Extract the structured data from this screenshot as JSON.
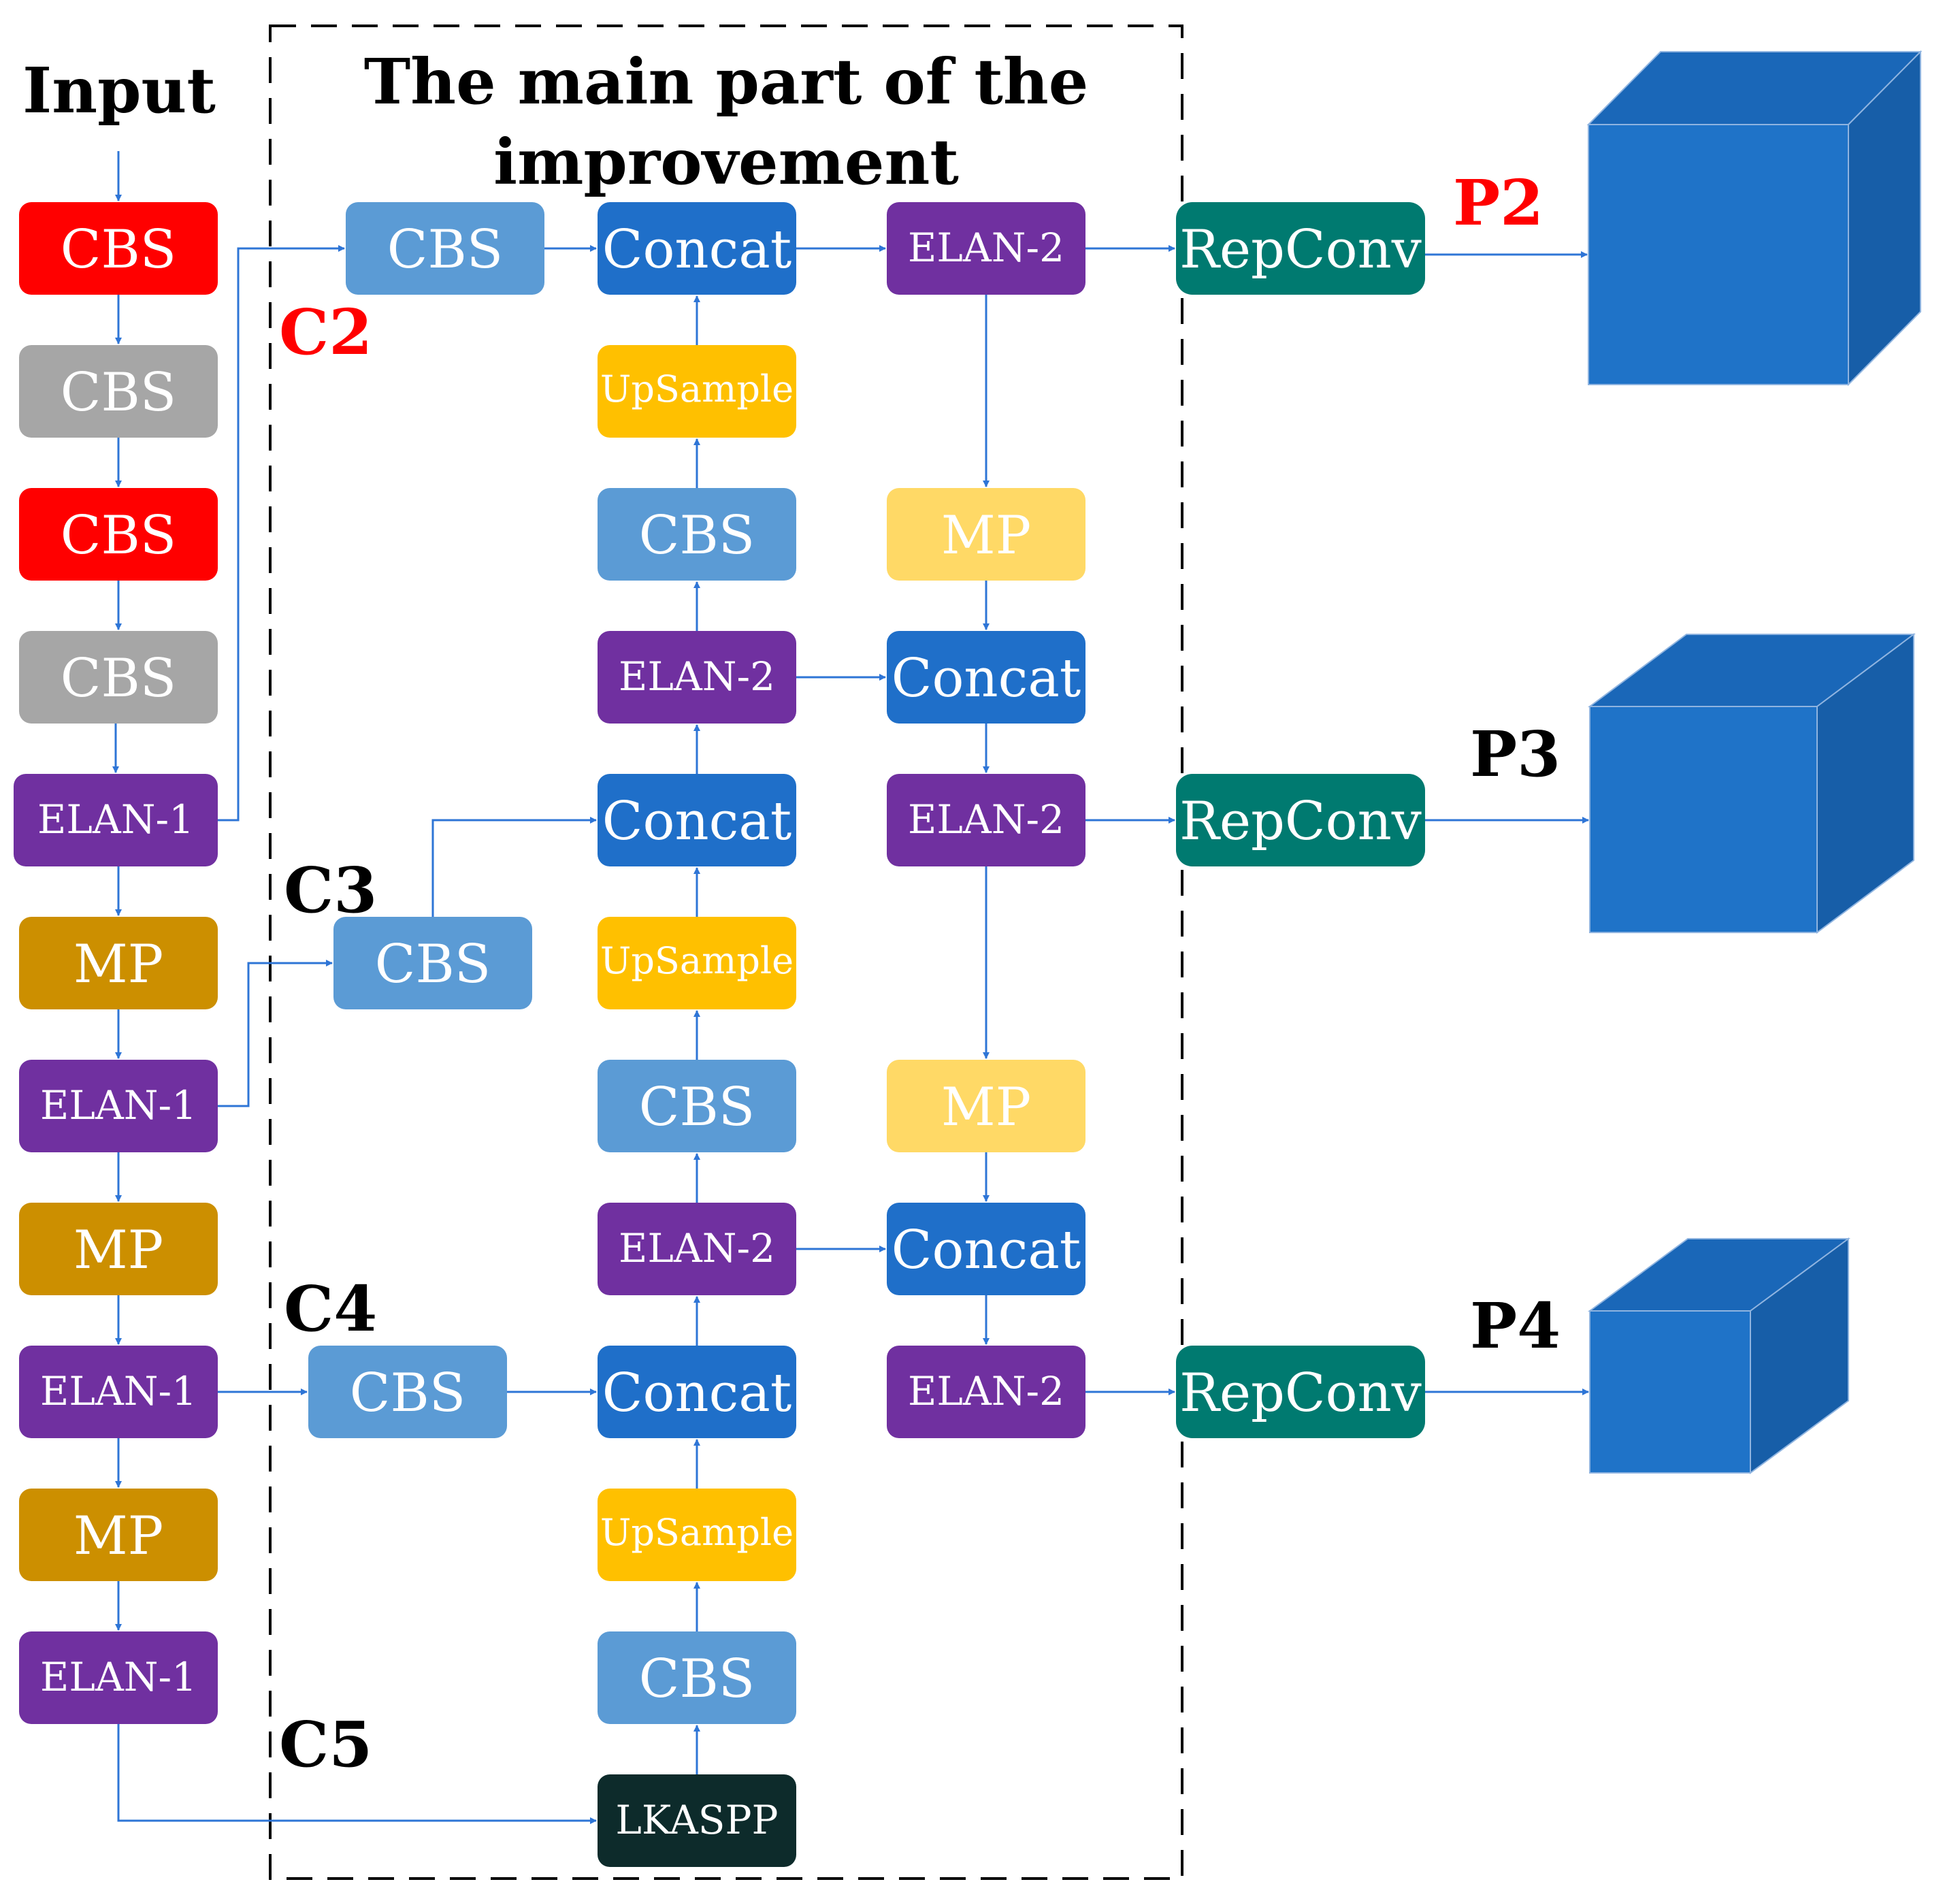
{
  "labels": {
    "input": "Input",
    "title_line1": "The main part of the",
    "title_line2": "improvement",
    "c2": "C2",
    "c3": "C3",
    "c4": "C4",
    "c5": "C5",
    "p2": "P2",
    "p3": "P3",
    "p4": "P4"
  },
  "colors": {
    "cbs_red": "#ff0000",
    "cbs_gray": "#a6a6a6",
    "elan": "#7030a0",
    "mp_dark": "#cc8f00",
    "cbs_light": "#5b9bd5",
    "concat": "#1f6fc9",
    "upsample": "#ffc000",
    "mp_light": "#ffd966",
    "repconv": "#007a70",
    "lkaspp": "#0d2b2b",
    "cube_front": "#1f73c8",
    "cube_top": "#1a67b8",
    "cube_side": "#175ea8",
    "arrow": "#2e75d6",
    "highlight_label": "#ff0000",
    "plain_label": "#000000"
  },
  "backbone": [
    "CBS",
    "CBS",
    "CBS",
    "CBS",
    "ELAN-1",
    "MP",
    "ELAN-1",
    "MP",
    "ELAN-1",
    "MP",
    "ELAN-1"
  ],
  "neck": {
    "lateral_c2": "CBS",
    "lateral_c3": "CBS",
    "lateral_c4": "CBS",
    "top_down": [
      "Concat",
      "UpSample",
      "CBS",
      "ELAN-2",
      "Concat",
      "UpSample",
      "CBS",
      "ELAN-2",
      "Concat",
      "UpSample",
      "CBS",
      "LKASPP"
    ],
    "bottom_up": [
      "ELAN-2",
      "MP",
      "Concat",
      "ELAN-2",
      "MP",
      "Concat",
      "ELAN-2"
    ]
  },
  "heads": [
    "RepConv",
    "RepConv",
    "RepConv"
  ],
  "icons": [
    "cube-icon"
  ]
}
